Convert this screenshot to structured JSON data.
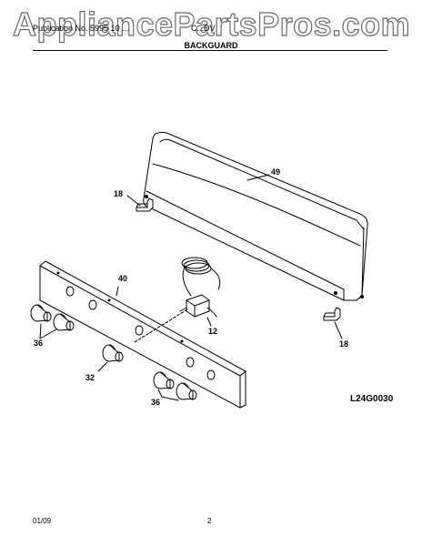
{
  "watermark": "AppliancePartsPros.com",
  "header": {
    "left_text": "Publication No. 5995 10 ...",
    "right_text": "C...DV",
    "section_title": "BACKGUARD"
  },
  "callouts": {
    "backguard": "49",
    "bracket_left": "18",
    "bracket_right": "18",
    "manifold_panel": "40",
    "knobs_left": "36",
    "valve": "12",
    "knob_center": "32",
    "knobs_right": "36"
  },
  "diagram_id": "L24G0030",
  "footer": {
    "date": "01/09",
    "page": "2"
  }
}
